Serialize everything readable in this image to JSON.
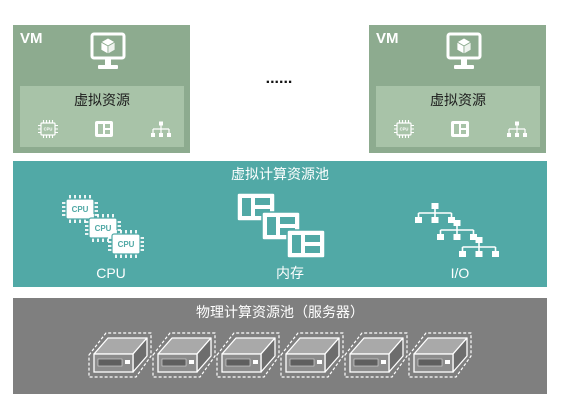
{
  "vms": [
    {
      "label": "VM",
      "resource_label": "虚拟资源"
    },
    {
      "label": "VM",
      "resource_label": "虚拟资源"
    }
  ],
  "vm_icons": {
    "main": "monitor-cube-icon",
    "resources": [
      "cpu-chip-icon",
      "memory-icon",
      "io-tree-icon"
    ]
  },
  "ellipsis": "......",
  "chip_label": "CPU",
  "virtual_pool": {
    "title": "虚拟计算资源池",
    "items": [
      {
        "label": "CPU",
        "icon": "cpu-stack-icon"
      },
      {
        "label": "内存",
        "icon": "memory-stack-icon"
      },
      {
        "label": "I/O",
        "icon": "io-tree-stack-icon"
      }
    ]
  },
  "physical_pool": {
    "title": "物理计算资源池（服务器）",
    "server_count": 6,
    "icon": "server-icon"
  },
  "colors": {
    "vm_box": "#8dab8f",
    "vm_resource_box": "#a8c3a8",
    "virtual_pool": "#51a9a6",
    "physical_pool": "#7f7f7f"
  }
}
